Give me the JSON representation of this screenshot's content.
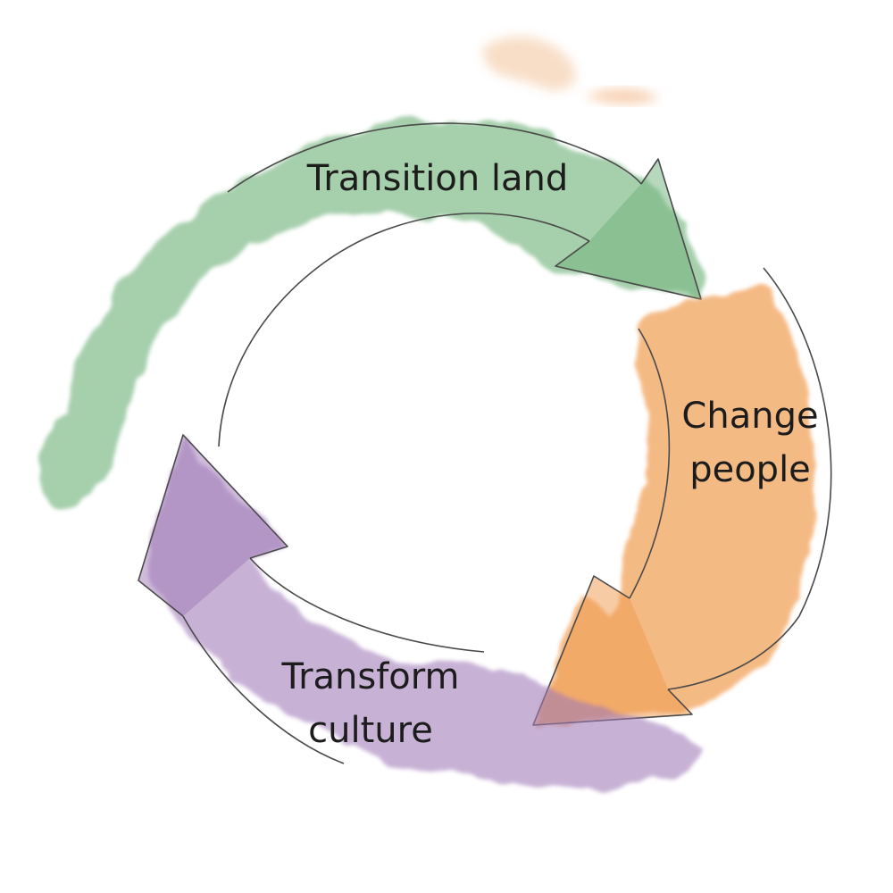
{
  "diagram": {
    "type": "cycle",
    "steps": [
      {
        "id": "transition",
        "lines": [
          "Transition land"
        ],
        "color": "#6fb27a"
      },
      {
        "id": "change",
        "lines": [
          "Change",
          "people"
        ],
        "color": "#f09a4c"
      },
      {
        "id": "transform",
        "lines": [
          "Transform",
          "culture"
        ],
        "color": "#a07ab8"
      }
    ],
    "outline_color": "#4a4a4a"
  }
}
